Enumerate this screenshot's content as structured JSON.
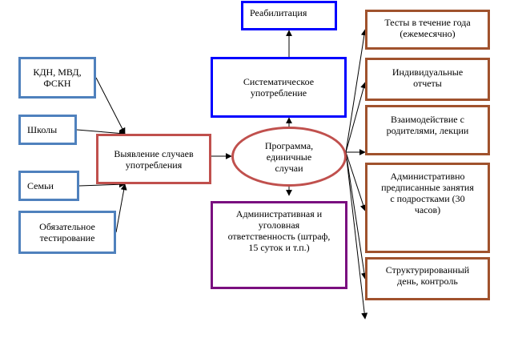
{
  "nodes": {
    "rehab": [
      "Реабилитация"
    ],
    "kdn": [
      "КДН, МВД,",
      "ФСКН"
    ],
    "schools": [
      "Школы"
    ],
    "families": [
      "Семьи"
    ],
    "testing": [
      "Обязательное",
      "тестирование"
    ],
    "detect": [
      "Выявление случаев",
      "употребления"
    ],
    "program": [
      "Программа,",
      "единичные",
      "случаи"
    ],
    "systematic": [
      "Систематическое",
      "употребление"
    ],
    "liability": [
      "Административная и",
      "уголовная",
      "ответственность (штраф,",
      "15 суток и т.п.)"
    ],
    "tests_year": [
      "Тесты в течение года",
      "(ежемесячно)"
    ],
    "reports": [
      "Индивидуальные",
      "отчеты"
    ],
    "parents": [
      "Взаимодействие с",
      "родителями, лекции"
    ],
    "classes": [
      "Административно",
      "предписанные занятия",
      "с подростками (30",
      "часов)"
    ],
    "structured": [
      "Структурированный",
      "день, контроль"
    ]
  },
  "colors": {
    "blue": "#4f81bd",
    "bright_blue": "#0000ff",
    "red": "#c0504d",
    "purple": "#7a0f7f",
    "brown": "#a0522d"
  }
}
